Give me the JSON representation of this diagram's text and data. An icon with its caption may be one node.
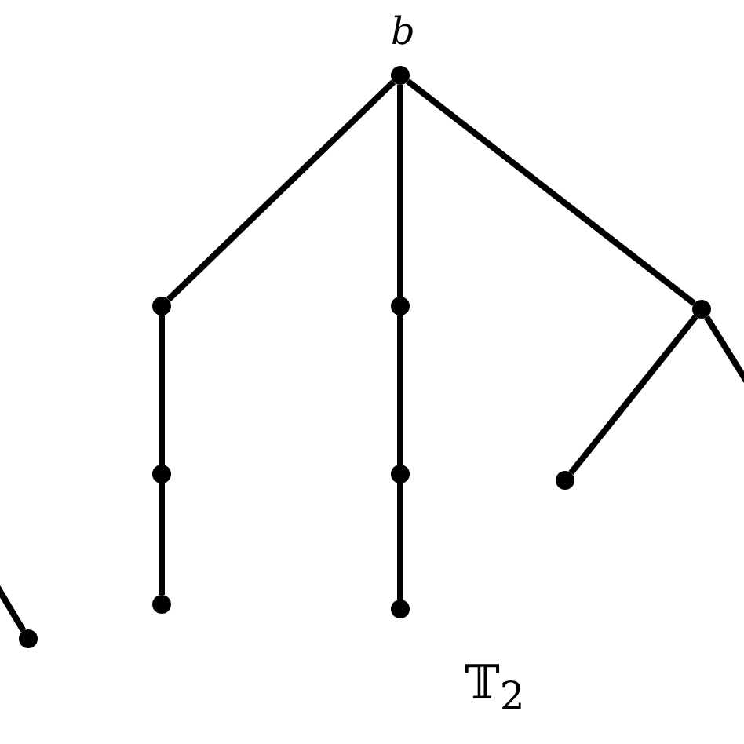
{
  "diagram": {
    "nodes": [
      {
        "text": [],
        "shape": "circle",
        "beside": [
          "b"
        ]
      },
      {
        "text": [],
        "shape": "circle"
      },
      {
        "text": [],
        "shape": "circle"
      },
      {
        "text": [],
        "shape": "circle"
      },
      {
        "text": [],
        "shape": "circle"
      },
      {
        "text": [],
        "shape": "circle"
      },
      {
        "text": [],
        "shape": "circle"
      },
      {
        "text": [],
        "shape": "circle"
      },
      {
        "text": [],
        "shape": "circle"
      },
      {
        "text": [],
        "shape": "circle"
      }
    ],
    "edges": [
      {
        "from": 0,
        "to": 1,
        "arrow": "none"
      },
      {
        "from": 0,
        "to": 2,
        "arrow": "none"
      },
      {
        "from": 0,
        "to": 3,
        "arrow": "none"
      },
      {
        "from": 1,
        "to": 4,
        "arrow": "none"
      },
      {
        "from": 4,
        "to": 7,
        "arrow": "none"
      },
      {
        "from": 2,
        "to": 5,
        "arrow": "none"
      },
      {
        "from": 5,
        "to": 8,
        "arrow": "none"
      },
      {
        "from": 3,
        "to": 6,
        "arrow": "none"
      },
      {
        "from": 3,
        "to": null,
        "arrow": "none"
      },
      {
        "from": null,
        "to": 9,
        "arrow": "none"
      }
    ],
    "labels": [
      "𝕋$_{2}$"
    ]
  }
}
